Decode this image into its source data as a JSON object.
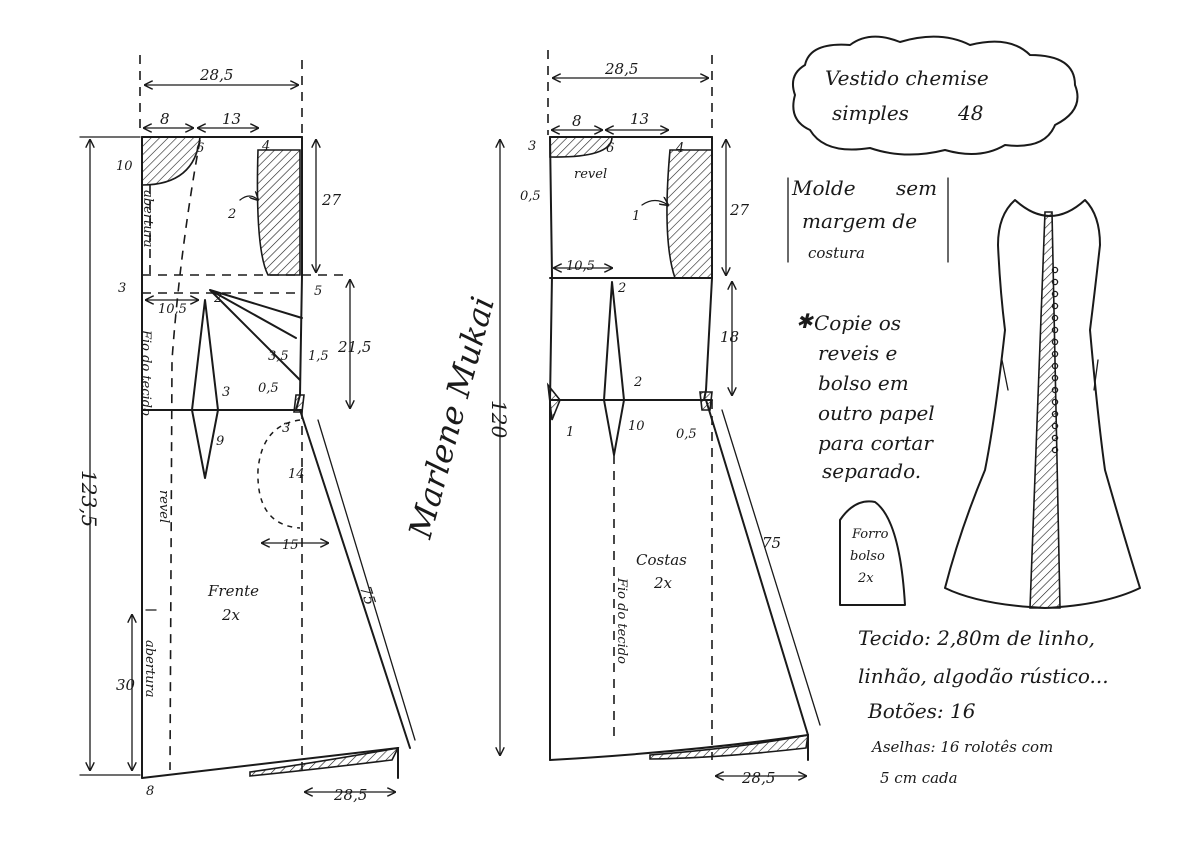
{
  "title": {
    "line1": "Vestido chemise",
    "line2": "simples",
    "size": "48"
  },
  "note_no_margin": {
    "line1": "Molde",
    "line2": "sem",
    "line3": "margem de",
    "line4": "costura"
  },
  "note_copy": {
    "lines": [
      "Copie os",
      "reveis e",
      "bolso em",
      "outro papel",
      "para cortar",
      "separado."
    ]
  },
  "pocket": {
    "label1": "Forro",
    "label2": "bolso",
    "label3": "2x"
  },
  "materials": {
    "fabric": "Tecido: 2,80m de linho,",
    "fabric2": "linhão, algodão rústico...",
    "buttons": "Botões: 16",
    "loops": "Aselhas: 16 rolotês com",
    "loops2": "5 cm cada"
  },
  "signature": "Marlene Mukai",
  "front": {
    "name": "Frente",
    "qty": "2x",
    "grain": "Fio do tecido",
    "facing": "revel",
    "opening": "abertura",
    "opening2": "abertura",
    "dims": {
      "width_top": "28,5",
      "neck_w": "8",
      "shoulder": "13",
      "neck_drop": "10",
      "shoulder_drop": "6",
      "shoulder_4": "4",
      "armhole_h": "27",
      "waist_drop": "3",
      "waist_w": "10,5",
      "dart_top": "2",
      "dart_3_5": "3,5",
      "side_1_5": "1,5",
      "side_5": "5",
      "bust_h": "21,5",
      "dart_3": "3",
      "dart_0_5": "0,5",
      "dart_9": "9",
      "pocket_3": "3",
      "pocket_14": "14",
      "pocket_15": "15",
      "skirt_75": "75",
      "total_h": "123,5",
      "hem_30": "30",
      "hem_8": "8",
      "hem_w": "28,5",
      "armhole_2": "2"
    }
  },
  "back": {
    "name": "Costas",
    "qty": "2x",
    "grain": "Fio do tecido",
    "facing": "revel",
    "dims": {
      "width_top": "28,5",
      "neck_w": "8",
      "shoulder": "13",
      "neck_drop": "3",
      "shoulder_4": "4",
      "side_0_5": "0,5",
      "armhole_1": "1",
      "armhole_h": "27",
      "waist_w": "10,5",
      "dart_2": "2",
      "waist_18": "18",
      "dart_2b": "2",
      "dart_10": "10",
      "side_0_5b": "0,5",
      "hip_1": "1",
      "skirt_75": "75",
      "total_h": "120",
      "hem_w": "28,5",
      "shoulder_6": "6"
    }
  }
}
